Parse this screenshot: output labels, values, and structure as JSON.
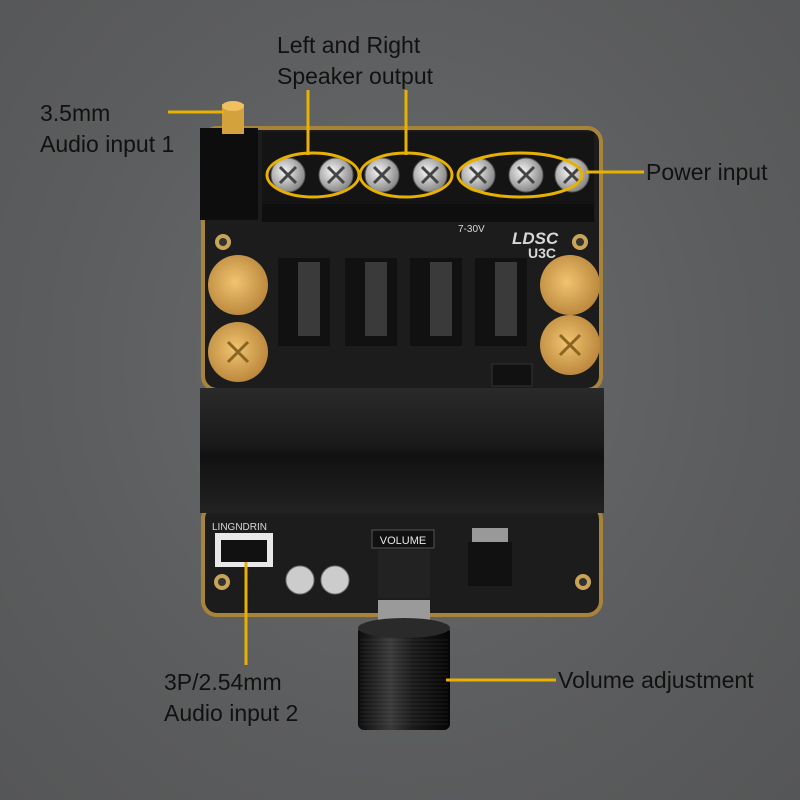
{
  "labels": {
    "speaker_output": {
      "line1": "Left and Right",
      "line2": "Speaker output"
    },
    "audio_input_1": {
      "line1": "3.5mm",
      "line2": "Audio input 1"
    },
    "power_input": {
      "line1": "Power input"
    },
    "audio_input_2": {
      "line1": "3P/2.54mm",
      "line2": "Audio input 2"
    },
    "volume_adjustment": {
      "line1": "Volume adjustment"
    }
  },
  "board": {
    "logo": "LDSC",
    "model": "U3C",
    "voltage": "7-30V",
    "volume_silk": "VOLUME",
    "header_silk": "LINGNDRIN"
  },
  "colors": {
    "background": "#5f6061",
    "pcb": "#1b1b1b",
    "callout": "#e8b100",
    "capacitor": "#d8a24a",
    "gold_edge": "#b08a3c"
  }
}
